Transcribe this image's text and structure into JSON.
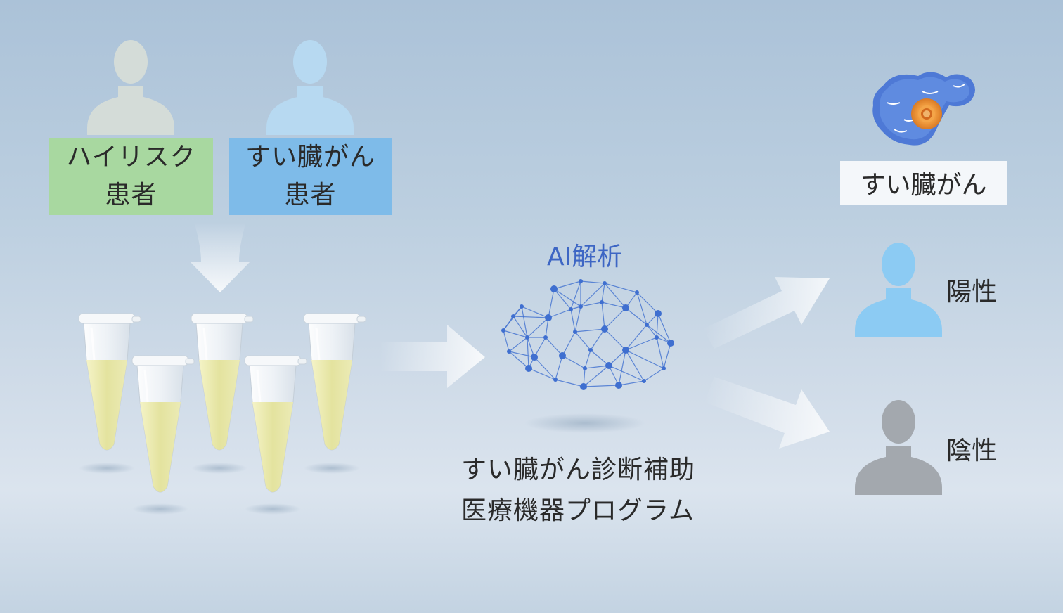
{
  "groups": {
    "high_risk": {
      "line1": "ハイリスク",
      "line2": "患者"
    },
    "pancreatic_cancer": {
      "line1": "すい臓がん",
      "line2": "患者"
    }
  },
  "analysis": {
    "label": "AI解析"
  },
  "program": {
    "line1": "すい臓がん診断補助",
    "line2": "医療機器プログラム"
  },
  "result": {
    "disease_label": "すい臓がん",
    "positive": "陽性",
    "negative": "陰性"
  },
  "icons": {
    "patient_high_risk": "person-silhouette-icon",
    "patient_cancer": "person-silhouette-icon",
    "sample": "test-tube-icon",
    "ai": "neural-network-brain-icon",
    "organ": "pancreas-tumor-icon",
    "positive": "person-silhouette-icon",
    "negative": "person-silhouette-icon"
  },
  "colors": {
    "high_risk_box": "#a8d8a0",
    "cancer_box": "#7ebbe9",
    "high_risk_person": "#d4dcd8",
    "cancer_person": "#b7d9f1",
    "positive_person": "#8ccbf3",
    "negative_person": "#a3a8ae",
    "network": "#3f6fd0",
    "ai_text": "#3d66c4",
    "sample_liquid": "#e6e5a3",
    "pancreas": "#4e79d6",
    "tumor": "#e9913a"
  }
}
